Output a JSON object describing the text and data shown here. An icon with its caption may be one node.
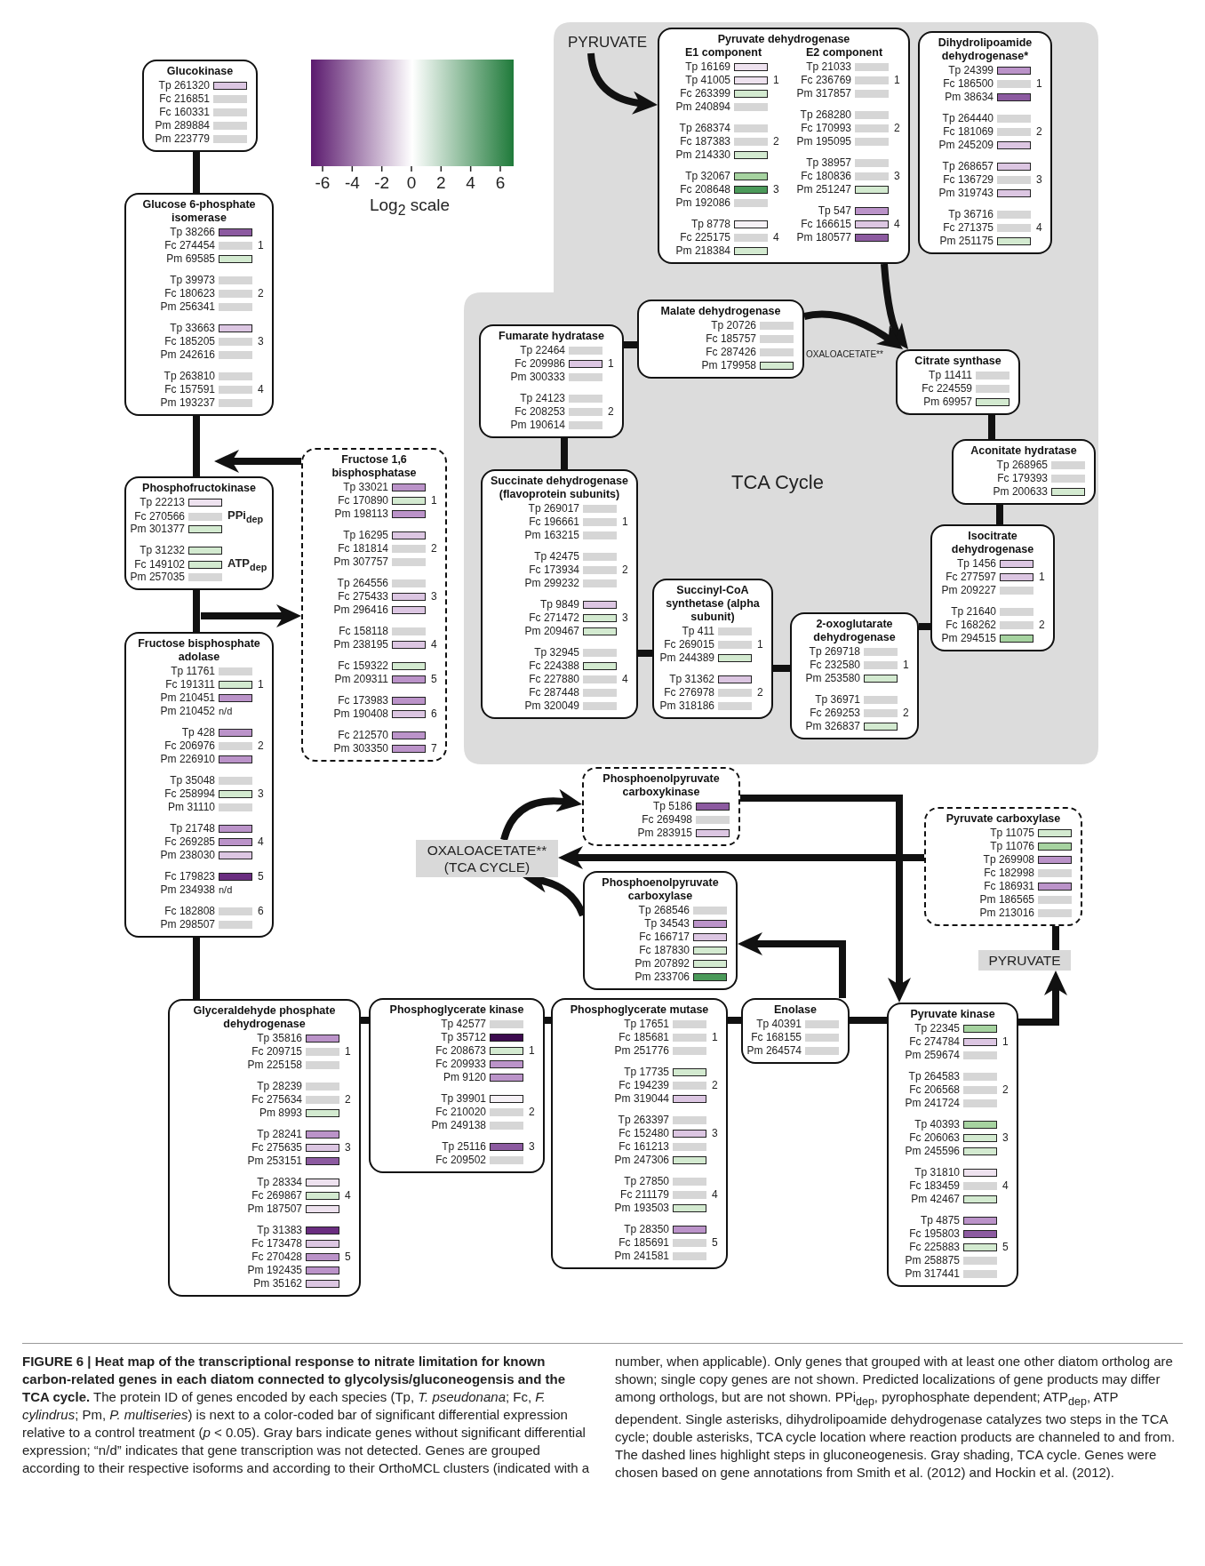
{
  "diagram": {
    "caption": "**FIGURE 6 | Heat map of the transcriptional response to nitrate limitation for known carbon-related genes in each diatom connected to glycolysis/gluconeogensis and the TCA cycle.** The protein ID of genes encoded by each species (Tp, *T. pseudonana*; Fc, *F. cylindrus*; Pm, *P. multiseries*) is next to a color-coded bar of significant differential expression relative to a control treatment (*p* < 0.05). Gray bars indicate genes without significant differential expression; “n/d” indicates that gene transcription was not detected. Genes are grouped according to their respective isoforms and according to their OrthoMCL clusters (indicated with a number, when applicable). Only genes that grouped with at least one other diatom ortholog are shown; single copy genes are not shown. Predicted localizations of gene products may differ among orthologs, but are not shown. PPi$_{dep}$, pyrophosphate dependent; ATP$_{dep}$, ATP dependent. Single asterisks, dihydrolipoamide dehydrogenase catalyzes two steps in the TCA cycle; double asterisks, TCA cycle location where reaction products are channeled to and from. The dashed lines highlight steps in gluconeogenesis. Gray shading, TCA cycle. Genes were chosen based on gene annotations from Smith et al. (2012) and Hockin et al. (2012).",
    "nodes": [
      {
        "text": [
          "Glucokinase",
          "Tp 261320",
          "Fc 216851",
          "Fc 160331",
          "Pm 289884",
          "Pm 223779"
        ]
      },
      {
        "text": [
          "TCA Cycle"
        ]
      },
      {
        "text": [
          "PYRUVATE"
        ],
        "in": 1
      },
      {
        "text": [
          "Pyruvate dehydrogenase",
          "E1 component",
          "E2 component",
          "Tp 16169",
          "Tp 41005",
          "1",
          "Fc 263399",
          "Pm 240894",
          "Tp 268374",
          "Fc 187383",
          "2",
          "Pm 214330",
          "Tp 32067",
          "Fc 208648",
          "3",
          "Pm 192086",
          "Tp 8778",
          "Fc 225175",
          "4",
          "Pm 218384",
          "Tp 21033",
          "Fc 236769",
          "1",
          "Pm 317857",
          "Tp 268280",
          "Fc 170993",
          "2",
          "Pm 195095",
          "Tp 38957",
          "Fc 180836",
          "3",
          "Pm 251247",
          "Tp 547",
          "Fc 166615",
          "4",
          "Pm 180577"
        ],
        "in": 1
      },
      {
        "text": [
          "Dihydrolipoamide dehydrogenase*",
          "Tp 24399",
          "Fc 186500",
          "1",
          "Pm 38634",
          "Tp 264440",
          "Fc 181069",
          "2",
          "Pm 245209",
          "Tp 268657",
          "Fc 136729",
          "3",
          "Pm 319743",
          "Tp 36716",
          "Fc 271375",
          "4",
          "Pm 251175"
        ],
        "in": 1
      },
      {
        "text": [
          "Glucose 6-phosphate isomerase",
          "Tp 38266",
          "Fc 274454",
          "1",
          "Pm 69585",
          "Tp 39973",
          "Fc 180623",
          "2",
          "Pm 256341",
          "Tp 33663",
          "Fc 185205",
          "3",
          "Pm 242616",
          "Tp 263810",
          "Fc 157591",
          "4",
          "Pm 193237"
        ]
      },
      {
        "text": [
          "Malate dehydrogenase",
          "Tp 20726",
          "Fc 185757",
          "Fc 287426",
          "Pm 179958"
        ],
        "in": 1
      },
      {
        "text": [
          "Fumarate hydratase",
          "Tp 22464",
          "Fc 209986",
          "1",
          "Pm 300333",
          "Tp 24123",
          "Fc 208253",
          "2",
          "Pm 190614"
        ],
        "in": 1
      },
      {
        "text": [
          "Citrate synthase",
          "Tp 11411",
          "Fc 224559",
          "Pm 69957"
        ],
        "in": 1
      },
      {
        "text": [
          "Fructose 1,6 bisphosphatase",
          "Tp 33021",
          "Fc 170890",
          "1",
          "Pm 198113",
          "Tp 16295",
          "Fc 181814",
          "2",
          "Pm 307757",
          "Tp 264556",
          "Fc 275433",
          "3",
          "Pm 296416",
          "Fc 158118",
          "Pm 238195",
          "4",
          "Fc 159322",
          "Pm 209311",
          "5",
          "Fc 173983",
          "Pm 190408",
          "6",
          "Fc 212570",
          "Pm 303350",
          "7"
        ]
      },
      {
        "text": [
          "Aconitate hydratase",
          "Tp 268965",
          "Fc 179393",
          "Pm 200633"
        ],
        "in": 1
      },
      {
        "text": [
          "Phosphofructokinase",
          "Tp 22213",
          "Fc 270566",
          "PPi$_{dep}$",
          "Pm 301377",
          "Tp 31232",
          "Fc 149102",
          "ATP$_{dep}$",
          "Pm 257035"
        ]
      },
      {
        "text": [
          "Succinate dehydrogenase (flavoprotein subunits)",
          "Tp 269017",
          "Fc 196661",
          "1",
          "Pm 163215",
          "Tp 42475",
          "Fc 173934",
          "2",
          "Pm 299232",
          "Tp 9849",
          "Fc 271472",
          "3",
          "Pm 209467",
          "Tp 32945",
          "Fc 224388",
          "Fc 227880",
          "4",
          "Fc 287448",
          "Pm 320049"
        ],
        "in": 1
      },
      {
        "text": [
          "Isocitrate dehydrogenase",
          "Tp 1456",
          "Fc 277597",
          "1",
          "Pm 209227",
          "Tp 21640",
          "Fc 168262",
          "2",
          "Pm 294515"
        ],
        "in": 1
      },
      {
        "text": [
          "Succinyl-CoA synthetase (alpha subunit)",
          "Tp 411",
          "Fc 269015",
          "1",
          "Pm 244389",
          "Tp 31362",
          "Fc 276978",
          "2",
          "Pm 318186"
        ],
        "in": 1
      },
      {
        "text": [
          "2-oxoglutarate dehydrogenase",
          "Tp 269718",
          "Fc 232580",
          "1",
          "Pm 253580",
          "Tp 36971",
          "Fc 269253",
          "2",
          "Pm 326837"
        ],
        "in": 1
      },
      {
        "text": [
          "Fructose bisphosphate adolase",
          "Tp 11761",
          "Fc 191311",
          "1",
          "Pm 210451",
          "Pm 210452",
          "n/d",
          "Tp 428",
          "Fc 206976",
          "2",
          "Pm 226910",
          "Tp 35048",
          "Fc 258994",
          "3",
          "Pm 31110",
          "Tp 21748",
          "Fc 269285",
          "4",
          "Pm 238030",
          "Fc 179823",
          "5",
          "Pm 234938",
          "n/d",
          "Fc 182808",
          "6",
          "Pm 298507"
        ]
      },
      {
        "text": [
          "Phosphoenolpyruvate carboxykinase",
          "Tp 5186",
          "Fc 269498",
          "Pm 283915"
        ]
      },
      {
        "text": [
          "Pyruvate carboxylase",
          "Tp 11075",
          "Tp 11076",
          "Tp 269908",
          "Fc 182998",
          "Fc 186931",
          "Pm 186565",
          "Pm 213016"
        ]
      },
      {
        "text": [
          "OXALOACETATE** (TCA CYCLE)"
        ]
      },
      {
        "text": [
          "Phosphoenolpyruvate carboxylase",
          "Tp 268546",
          "Tp 34543",
          "Fc 166717",
          "Fc 187830",
          "Pm 207892",
          "Pm 233706"
        ]
      },
      {
        "text": [
          "PYRUVATE"
        ]
      },
      {
        "text": [
          "Glyceraldehyde phosphate dehydrogenase",
          "Tp 35816",
          "Fc 209715",
          "1",
          "Pm 225158",
          "Tp 28239",
          "Fc 275634",
          "2",
          "Pm 8993",
          "Tp 28241",
          "Fc 275635",
          "3",
          "Pm 253151",
          "Tp 28334",
          "Fc 269867",
          "4",
          "Pm 187507",
          "Tp 31383",
          "Fc 173478",
          "Fc 270428",
          "5",
          "Pm 192435",
          "Pm 35162"
        ]
      },
      {
        "text": [
          "Phosphoglycerate kinase",
          "Tp 42577",
          "Tp 35712",
          "Fc 208673",
          "1",
          "Fc 209933",
          "Pm 9120",
          "Tp 39901",
          "Fc 210020",
          "2",
          "Pm 249138",
          "Tp 25116",
          "3",
          "Fc 209502"
        ]
      },
      {
        "text": [
          "Phosphoglycerate mutase",
          "Tp 17651",
          "Fc 185681",
          "1",
          "Pm 251776",
          "Tp 17735",
          "Fc 194239",
          "2",
          "Pm 319044",
          "Tp 263397",
          "Fc 152480",
          "3",
          "Fc 161213",
          "Pm 247306",
          "Tp 27850",
          "Fc 211179",
          "4",
          "Pm 193503",
          "Tp 28350",
          "Fc 185691",
          "5",
          "Pm 241581"
        ]
      },
      {
        "text": [
          "Enolase",
          "Tp 40391",
          "Fc 168155",
          "Pm 264574"
        ]
      },
      {
        "text": [
          "Pyruvate kinase",
          "Tp 22345",
          "Fc 274784",
          "1",
          "Pm 259674",
          "Tp 264583",
          "Fc 206568",
          "2",
          "Pm 241724",
          "Tp 40393",
          "Fc 206063",
          "3",
          "Pm 245596",
          "Tp 31810",
          "Fc 183459",
          "4",
          "Pm 42467",
          "Tp 4875",
          "Fc 195803",
          "Fc 225883",
          "5",
          "Pm 258875",
          "Pm 317441"
        ]
      }
    ],
    "edges": [
      {
        "from": 0,
        "to": 5,
        "arrow": "none"
      },
      {
        "from": 5,
        "to": 11,
        "arrow": "none"
      },
      {
        "from": 9,
        "to": 11,
        "arrow": "to"
      },
      {
        "from": 16,
        "to": 9,
        "arrow": "to"
      },
      {
        "from": 11,
        "to": 16,
        "arrow": "none"
      },
      {
        "from": 16,
        "to": 22,
        "arrow": "none"
      },
      {
        "from": 22,
        "to": 23,
        "arrow": "none"
      },
      {
        "from": 23,
        "to": 24,
        "arrow": "none"
      },
      {
        "from": 24,
        "to": 25,
        "arrow": "none"
      },
      {
        "from": 25,
        "to": 26,
        "arrow": "none"
      },
      {
        "from": 26,
        "to": 21,
        "arrow": "to"
      },
      {
        "from": 21,
        "to": 18,
        "arrow": "none"
      },
      {
        "from": 18,
        "to": 19,
        "arrow": "to"
      },
      {
        "from": 19,
        "to": 17,
        "arrow": "to"
      },
      {
        "from": 17,
        "to": 26,
        "arrow": "to"
      },
      {
        "from": 20,
        "to": 19,
        "arrow": "to"
      },
      {
        "from": 25,
        "to": 20,
        "arrow": "to"
      },
      {
        "from": 2,
        "to": 3,
        "arrow": "to"
      },
      {
        "from": 3,
        "to": 8,
        "arrow": "to"
      },
      {
        "from": 6,
        "to": 8,
        "arrow": "to",
        "label": "OXALOACETATE**"
      },
      {
        "from": 7,
        "to": 6,
        "arrow": "none"
      },
      {
        "from": 7,
        "to": 12,
        "arrow": "none"
      },
      {
        "from": 12,
        "to": 14,
        "arrow": "none"
      },
      {
        "from": 14,
        "to": 15,
        "arrow": "none"
      },
      {
        "from": 15,
        "to": 13,
        "arrow": "none"
      },
      {
        "from": 13,
        "to": 10,
        "arrow": "none"
      },
      {
        "from": 10,
        "to": 8,
        "arrow": "none"
      }
    ],
    "labels": [
      "-6",
      "-4",
      "-2",
      "0",
      "2",
      "4",
      "6",
      "Log$_{2}$ scale"
    ]
  }
}
